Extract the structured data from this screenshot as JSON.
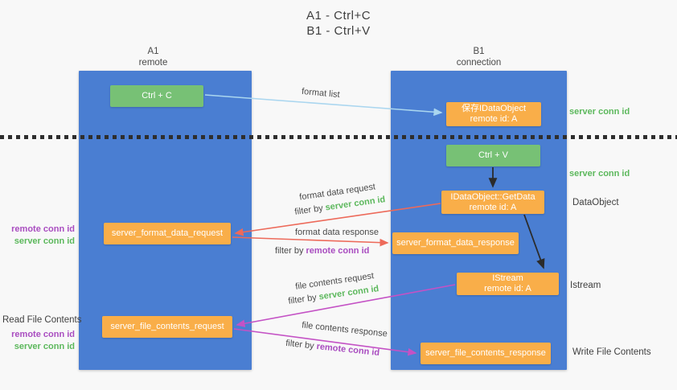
{
  "title": {
    "line1": "A1 - Ctrl+C",
    "line2": "B1 - Ctrl+V"
  },
  "colors": {
    "lane_blue": "#4a7ed2",
    "box_green": "#77c175",
    "box_orange": "#f9ae49",
    "label_green": "#5cb85c",
    "label_purple": "#a94dc0",
    "arrow_red": "#ed6a5a",
    "arrow_magenta": "#c452c5",
    "arrow_lightblue": "#aad6ef",
    "arrow_black": "#2b2b2b"
  },
  "lanes": {
    "left": {
      "title": "A1",
      "subtitle": "remote"
    },
    "right": {
      "title": "B1",
      "subtitle": "connection"
    }
  },
  "nodes": {
    "ctrl_c": {
      "label": "Ctrl + C"
    },
    "save_idataobject": {
      "line1": "保存IDataObject",
      "line2": "remote id: A"
    },
    "ctrl_v": {
      "label": "Ctrl + V"
    },
    "getdata": {
      "line1": "IDataObject::GetData",
      "line2": "remote id: A"
    },
    "format_request": {
      "label": "server_format_data_request"
    },
    "format_response": {
      "label": "server_format_data_response"
    },
    "istream": {
      "line1": "IStream",
      "line2": "remote id: A"
    },
    "file_request": {
      "label": "server_file_contents_request"
    },
    "file_response": {
      "label": "server_file_contents_response"
    }
  },
  "arrow_labels": {
    "format_list": "format list",
    "format_data_request": "format data request",
    "format_data_response": "format data response",
    "file_contents_request": "file contents request",
    "file_contents_response": "file contents response",
    "filter_by": "filter by ",
    "server_conn_id": "server conn id",
    "remote_conn_id": "remote conn id"
  },
  "side_labels": {
    "server_conn_id_top": "server conn id",
    "server_conn_id_mid": "server conn id",
    "dataobject": "DataObject",
    "istream": "Istream",
    "write_file_contents": "Write File Contents",
    "remote_conn_id_1": "remote conn id",
    "server_conn_id_1": "server conn id",
    "read_file_contents": "Read File Contents",
    "remote_conn_id_2": "remote conn id",
    "server_conn_id_2": "server conn id"
  }
}
